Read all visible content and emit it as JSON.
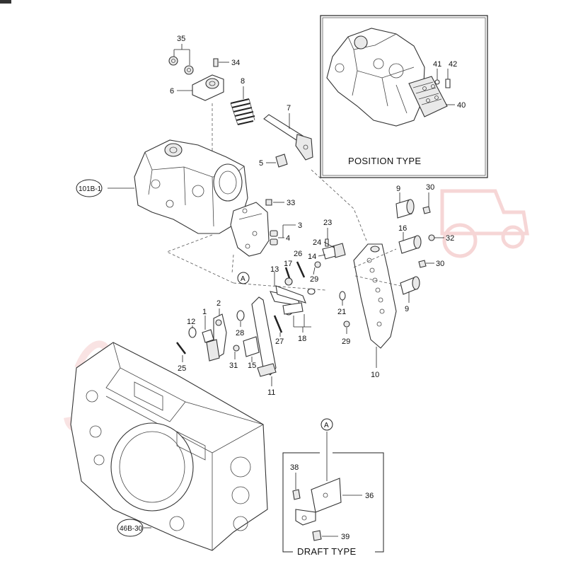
{
  "diagram": {
    "panels": {
      "position_type": {
        "caption": "POSITION TYPE"
      },
      "draft_type": {
        "caption": "DRAFT TYPE"
      }
    },
    "references": {
      "hydraulic_unit": "101B-1",
      "transmission_case": "46B-30",
      "connector_a_top": "A",
      "connector_a_draft": "A"
    },
    "part_numbers": {
      "p1": "1",
      "p2": "2",
      "p3": "3",
      "p4": "4",
      "p5": "5",
      "p6": "6",
      "p7": "7",
      "p8": "8",
      "p9a": "9",
      "p9b": "9",
      "p10": "10",
      "p11": "11",
      "p12": "12",
      "p13": "13",
      "p14": "14",
      "p15": "15",
      "p16": "16",
      "p17": "17",
      "p18": "18",
      "p21": "21",
      "p23": "23",
      "p24": "24",
      "p25": "25",
      "p26": "26",
      "p27": "27",
      "p28": "28",
      "p29a": "29",
      "p29b": "29",
      "p30a": "30",
      "p30b": "30",
      "p31": "31",
      "p32": "32",
      "p33": "33",
      "p34": "34",
      "p35": "35",
      "p36": "36",
      "p38": "38",
      "p39": "39",
      "p40": "40",
      "p41": "41",
      "p42": "42"
    },
    "watermark_color": "#f2c9c9"
  }
}
